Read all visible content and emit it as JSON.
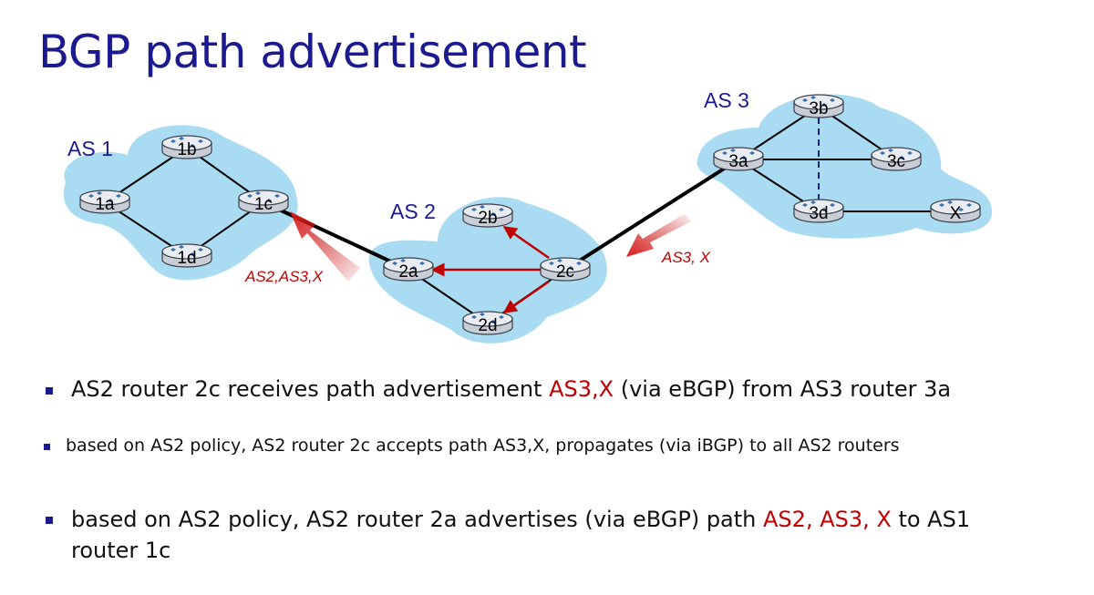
{
  "slide": {
    "title": "BGP path advertisement"
  },
  "diagram": {
    "as_labels": {
      "as1": "AS 1",
      "as2": "AS 2",
      "as3": "AS 3"
    },
    "routers": {
      "r1a": "1a",
      "r1b": "1b",
      "r1c": "1c",
      "r1d": "1d",
      "r2a": "2a",
      "r2b": "2b",
      "r2c": "2c",
      "r2d": "2d",
      "r3a": "3a",
      "r3b": "3b",
      "r3c": "3c",
      "r3d": "3d",
      "rx": "X"
    },
    "advertisements": {
      "to_2c": "AS3, X",
      "to_1c": "AS2,AS3,X"
    },
    "colors": {
      "cloud": "#a9dcf3",
      "title": "#1c1a8f",
      "as_label": "#1c1a8f",
      "highlight": "#c00000",
      "router_body": "#c9cdd6",
      "router_top": "#e9ecf1"
    }
  },
  "bullets": {
    "b1": {
      "before": "AS2 router 2c receives path advertisement ",
      "highlight": "AS3,X",
      "after": " (via eBGP) from AS3 router 3a"
    },
    "b2": {
      "text": "based on AS2 policy, AS2 router 2c accepts path AS3,X, propagates (via iBGP) to all AS2 routers"
    },
    "b3": {
      "before": "based on AS2 policy,  AS2 router 2a advertises (via eBGP)  path ",
      "highlight": "AS2, AS3, X",
      "after": "   to AS1 router 1c"
    }
  }
}
